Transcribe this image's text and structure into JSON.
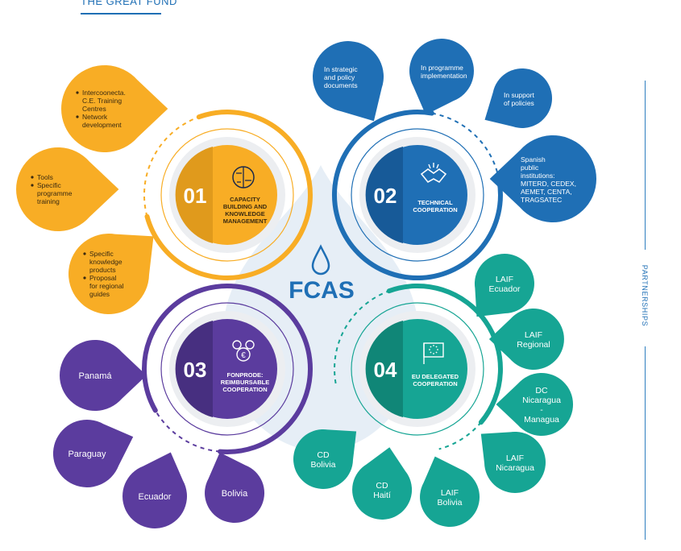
{
  "header": {
    "title": "THE GREAT FUND"
  },
  "side_label": "PARTNERSHIPS",
  "center": {
    "label": "FCAS"
  },
  "colors": {
    "orange": "#f8ad25",
    "orange_dark": "#e09a1c",
    "blue": "#1f6fb5",
    "blue_dark": "#175a98",
    "purple": "#5b3c9e",
    "purple_dark": "#472f80",
    "teal": "#16a594",
    "teal_dark": "#108677",
    "center_shape": "#e6eef6"
  },
  "hubs": [
    {
      "id": "capacity",
      "number": "01",
      "icon": "brain-icon",
      "title_lines": [
        "CAPACITY",
        "BUILDING AND",
        "KNOWLEDGE",
        "MANAGEMENT"
      ]
    },
    {
      "id": "technical",
      "number": "02",
      "icon": "handshake-icon",
      "title_lines": [
        "TECHNICAL",
        "COOPERATION"
      ]
    },
    {
      "id": "fonprode",
      "number": "03",
      "icon": "people-euro-icon",
      "title_lines": [
        "FONPRODE:",
        "REIMBURSABLE",
        "COOPERATION"
      ]
    },
    {
      "id": "eu",
      "number": "04",
      "icon": "eu-flag-icon",
      "title_lines": [
        "EU DELEGATED",
        "COOPERATION"
      ]
    }
  ],
  "bubbles": {
    "capacity": [
      {
        "bullets": [
          [
            "Intercoonecta.",
            "C.E. Training",
            "Centres"
          ],
          [
            "Network",
            "development"
          ]
        ]
      },
      {
        "bullets": [
          [
            "Tools"
          ],
          [
            "Specific",
            "programme",
            "training"
          ]
        ]
      },
      {
        "bullets": [
          [
            "Specific",
            "knowledge",
            "products"
          ],
          [
            "Proposal",
            "for regional",
            "guides"
          ]
        ]
      }
    ],
    "technical": [
      {
        "lines": [
          "In strategic",
          "and policy",
          "documents"
        ]
      },
      {
        "lines": [
          "In programme",
          "implementation"
        ]
      },
      {
        "lines": [
          "In support",
          "of policies"
        ]
      },
      {
        "lines": [
          "Spanish",
          "public",
          "institutions:",
          "MITERD, CEDEX,",
          "AEMET, CENTA,",
          "TRAGSATEC"
        ]
      }
    ],
    "fonprode": [
      {
        "lines": [
          "Panamá"
        ]
      },
      {
        "lines": [
          "Paraguay"
        ]
      },
      {
        "lines": [
          "Ecuador"
        ]
      },
      {
        "lines": [
          "Bolivia"
        ]
      }
    ],
    "eu": [
      {
        "lines": [
          "LAIF",
          "Ecuador"
        ]
      },
      {
        "lines": [
          "LAIF",
          "Regional"
        ]
      },
      {
        "lines": [
          "DC",
          "Nicaragua",
          "-",
          "Managua"
        ]
      },
      {
        "lines": [
          "LAIF",
          "Nicaragua"
        ]
      },
      {
        "lines": [
          "LAIF",
          "Bolivia"
        ]
      },
      {
        "lines": [
          "CD",
          "Haití"
        ]
      },
      {
        "lines": [
          "CD",
          "Bolivia"
        ]
      }
    ]
  }
}
